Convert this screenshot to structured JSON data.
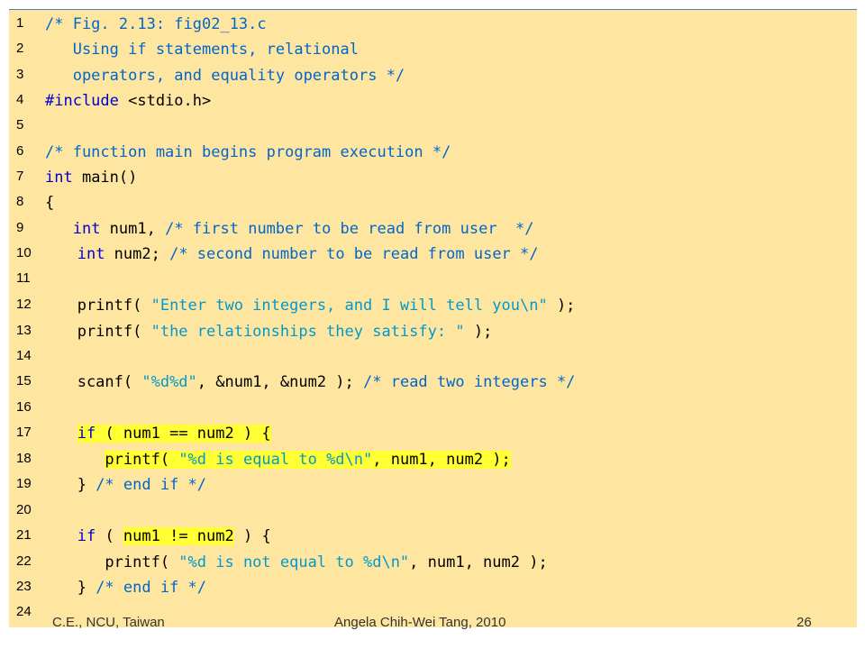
{
  "colors": {
    "panel_background": "#ffe6a0",
    "comment": "#0066cc",
    "keyword": "#0000cc",
    "string": "#0099cc",
    "plain": "#000000",
    "highlight": "#ffff33"
  },
  "code_lines": [
    {
      "num": "1",
      "indent": 0,
      "tokens": [
        {
          "t": "/* Fig. 2.13: fig02_13.c",
          "c": "c"
        }
      ]
    },
    {
      "num": "2",
      "indent": 0,
      "tokens": [
        {
          "t": "   Using if statements, relational",
          "c": "c"
        }
      ]
    },
    {
      "num": "3",
      "indent": 0,
      "tokens": [
        {
          "t": "   operators, and equality operators */",
          "c": "c"
        }
      ]
    },
    {
      "num": "4",
      "indent": 0,
      "tokens": [
        {
          "t": "#include",
          "c": "k"
        },
        {
          "t": " <stdio.h>",
          "c": "n"
        }
      ]
    },
    {
      "num": "5",
      "indent": 0,
      "tokens": []
    },
    {
      "num": "6",
      "indent": 0,
      "tokens": [
        {
          "t": "/* function main begins program execution */",
          "c": "c"
        }
      ]
    },
    {
      "num": "7",
      "indent": 0,
      "tokens": [
        {
          "t": "int",
          "c": "k"
        },
        {
          "t": " main()",
          "c": "n"
        }
      ]
    },
    {
      "num": "8",
      "indent": 0,
      "tokens": [
        {
          "t": "{",
          "c": "n"
        }
      ]
    },
    {
      "num": "9",
      "indent": 0,
      "tokens": [
        {
          "t": "   ",
          "c": "n"
        },
        {
          "t": "int",
          "c": "k"
        },
        {
          "t": " num1, ",
          "c": "n"
        },
        {
          "t": "/* first number to be read from user  */",
          "c": "c"
        }
      ]
    },
    {
      "num": "10",
      "indent": 1,
      "tokens": [
        {
          "t": "   ",
          "c": "n"
        },
        {
          "t": "int",
          "c": "k"
        },
        {
          "t": " num2; ",
          "c": "n"
        },
        {
          "t": "/* second number to be read from user */",
          "c": "c"
        }
      ]
    },
    {
      "num": "11",
      "indent": 1,
      "tokens": []
    },
    {
      "num": "12",
      "indent": 1,
      "tokens": [
        {
          "t": "   printf( ",
          "c": "n"
        },
        {
          "t": "\"Enter two integers, and I will tell you\\n\"",
          "c": "s"
        },
        {
          "t": " );",
          "c": "n"
        }
      ]
    },
    {
      "num": "13",
      "indent": 1,
      "tokens": [
        {
          "t": "   printf( ",
          "c": "n"
        },
        {
          "t": "\"the relationships they satisfy: \"",
          "c": "s"
        },
        {
          "t": " );",
          "c": "n"
        }
      ]
    },
    {
      "num": "14",
      "indent": 1,
      "tokens": []
    },
    {
      "num": "15",
      "indent": 1,
      "tokens": [
        {
          "t": "   scanf( ",
          "c": "n"
        },
        {
          "t": "\"%d%d\"",
          "c": "s"
        },
        {
          "t": ", &num1, &num2 ); ",
          "c": "n"
        },
        {
          "t": "/* read two integers */",
          "c": "c"
        }
      ]
    },
    {
      "num": "16",
      "indent": 1,
      "tokens": []
    },
    {
      "num": "17",
      "indent": 1,
      "tokens": [
        {
          "t": "   ",
          "c": "n"
        },
        {
          "t": "if",
          "c": "k",
          "hl": true
        },
        {
          "t": " ( num1 == num2 ) {",
          "c": "n",
          "hl": true
        }
      ]
    },
    {
      "num": "18",
      "indent": 1,
      "tokens": [
        {
          "t": "      ",
          "c": "n"
        },
        {
          "t": "printf( ",
          "c": "n",
          "hl": true
        },
        {
          "t": "\"%d is equal to %d\\n\"",
          "c": "s",
          "hl": true
        },
        {
          "t": ", num1, num2 );",
          "c": "n",
          "hl": true
        }
      ]
    },
    {
      "num": "19",
      "indent": 1,
      "tokens": [
        {
          "t": "   } ",
          "c": "n"
        },
        {
          "t": "/* end if */",
          "c": "c"
        }
      ]
    },
    {
      "num": "20",
      "indent": 1,
      "tokens": []
    },
    {
      "num": "21",
      "indent": 1,
      "tokens": [
        {
          "t": "   ",
          "c": "n"
        },
        {
          "t": "if",
          "c": "k"
        },
        {
          "t": " ( ",
          "c": "n"
        },
        {
          "t": "num1 != num2",
          "c": "n",
          "hl": true
        },
        {
          "t": " ) {",
          "c": "n"
        }
      ]
    },
    {
      "num": "22",
      "indent": 1,
      "tokens": [
        {
          "t": "      printf( ",
          "c": "n"
        },
        {
          "t": "\"%d is not equal to %d\\n\"",
          "c": "s"
        },
        {
          "t": ", num1, num2 );",
          "c": "n"
        }
      ]
    },
    {
      "num": "23",
      "indent": 1,
      "tokens": [
        {
          "t": "   } ",
          "c": "n"
        },
        {
          "t": "/* end if */",
          "c": "c"
        }
      ]
    },
    {
      "num": "24",
      "indent": 1,
      "tokens": []
    }
  ],
  "footer": {
    "left": "C.E., NCU, Taiwan",
    "center": "Angela Chih-Wei Tang, 2010",
    "page": "26"
  }
}
